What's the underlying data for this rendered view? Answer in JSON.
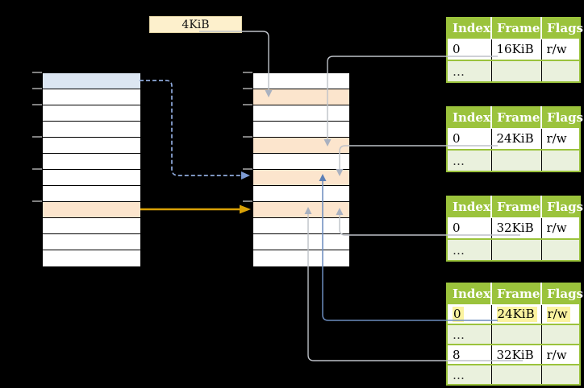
{
  "page_size_label": "4KiB",
  "colors": {
    "background": "#000000",
    "blue_row": "#dce6f2",
    "orange_row": "#fce5cd",
    "label_box": "#fdf0cc",
    "table_header_green": "#9bc33c",
    "table_row_green": "#eaf1dd",
    "highlight_yellow": "#fbf3a0",
    "arrow_gray": "#bdc1c8",
    "arrow_blue_dashed": "#8faadc",
    "arrow_blue_solid": "#6b8cbe",
    "arrow_gold": "#d9a106"
  },
  "virtual_memory": {
    "row_count": 12,
    "highlight_rows": {
      "0": "blue_row",
      "8": "orange_row"
    },
    "tick_rows": [
      0,
      1,
      2,
      4,
      6,
      8
    ]
  },
  "physical_memory": {
    "row_count": 12,
    "highlight_rows": {
      "1": "orange_row",
      "4": "orange_row",
      "6": "orange_row",
      "8": "orange_row"
    },
    "tick_rows": [
      0,
      1,
      2,
      4,
      6,
      8
    ]
  },
  "page_tables": [
    {
      "headers": [
        "Index",
        "Frame",
        "Flags"
      ],
      "rows": [
        {
          "cells": [
            "0",
            "16KiB",
            "r/w"
          ],
          "shaded": false,
          "highlight": false
        },
        {
          "cells": [
            "…",
            "",
            ""
          ],
          "shaded": true,
          "highlight": false
        }
      ]
    },
    {
      "headers": [
        "Index",
        "Frame",
        "Flags"
      ],
      "rows": [
        {
          "cells": [
            "0",
            "24KiB",
            "r/w"
          ],
          "shaded": false,
          "highlight": false
        },
        {
          "cells": [
            "…",
            "",
            ""
          ],
          "shaded": true,
          "highlight": false
        }
      ]
    },
    {
      "headers": [
        "Index",
        "Frame",
        "Flags"
      ],
      "rows": [
        {
          "cells": [
            "0",
            "32KiB",
            "r/w"
          ],
          "shaded": false,
          "highlight": false
        },
        {
          "cells": [
            "…",
            "",
            ""
          ],
          "shaded": true,
          "highlight": false
        }
      ]
    },
    {
      "headers": [
        "Index",
        "Frame",
        "Flags"
      ],
      "rows": [
        {
          "cells": [
            "0",
            "24KiB",
            "r/w"
          ],
          "shaded": false,
          "highlight": true
        },
        {
          "cells": [
            "…",
            "",
            ""
          ],
          "shaded": true,
          "highlight": false
        },
        {
          "cells": [
            "8",
            "32KiB",
            "r/w"
          ],
          "shaded": false,
          "highlight": false
        },
        {
          "cells": [
            "…",
            "",
            ""
          ],
          "shaded": true,
          "highlight": false
        }
      ]
    }
  ]
}
